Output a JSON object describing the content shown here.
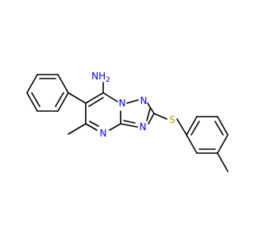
{
  "molecule": {
    "atom_labels": {
      "amine": "NH",
      "amine_subscript": "2",
      "n1": "N",
      "n2": "N",
      "n3": "N",
      "n4": "N",
      "sulfur": "S"
    },
    "colors": {
      "bond": "#000000",
      "nitrogen": "#0000ff",
      "sulfur": "#b8a000",
      "background": "#ffffff"
    }
  }
}
